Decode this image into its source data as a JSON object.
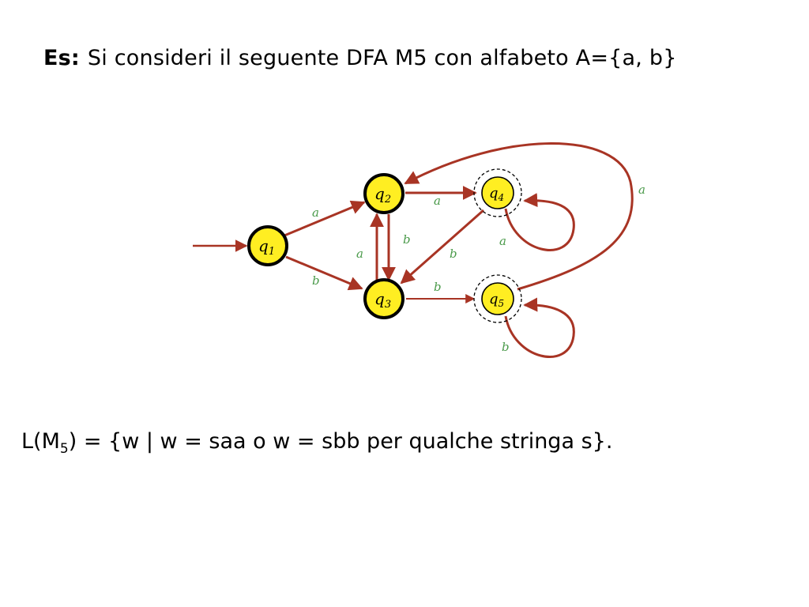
{
  "heading": {
    "label": "Es:",
    "text": "Si consideri il seguente DFA M5 con  alfabeto A={a, b}"
  },
  "language": {
    "prefix": "L(M",
    "subscript": "5",
    "rest": ") = {w | w = saa o   w = sbb per qualche stringa s}."
  },
  "colors": {
    "state_fill": "#ffee22",
    "edge": "#a83424",
    "edge_label": "#4a9a4a",
    "text": "#000000"
  },
  "states": [
    {
      "id": "q1",
      "base": "q",
      "sub": "1",
      "start": true,
      "accepting": false
    },
    {
      "id": "q2",
      "base": "q",
      "sub": "2",
      "start": false,
      "accepting": false
    },
    {
      "id": "q3",
      "base": "q",
      "sub": "3",
      "start": false,
      "accepting": false
    },
    {
      "id": "q4",
      "base": "q",
      "sub": "4",
      "start": false,
      "accepting": true
    },
    {
      "id": "q5",
      "base": "q",
      "sub": "5",
      "start": false,
      "accepting": true
    }
  ],
  "transitions": [
    {
      "from": "q1",
      "to": "q2",
      "symbol": "a"
    },
    {
      "from": "q1",
      "to": "q3",
      "symbol": "b"
    },
    {
      "from": "q2",
      "to": "q4",
      "symbol": "a"
    },
    {
      "from": "q2",
      "to": "q3",
      "symbol": "b"
    },
    {
      "from": "q3",
      "to": "q2",
      "symbol": "a"
    },
    {
      "from": "q3",
      "to": "q5",
      "symbol": "b"
    },
    {
      "from": "q4",
      "to": "q4",
      "symbol": "a"
    },
    {
      "from": "q4",
      "to": "q3",
      "symbol": "b"
    },
    {
      "from": "q5",
      "to": "q5",
      "symbol": "b"
    },
    {
      "from": "q5",
      "to": "q2",
      "symbol": "a"
    }
  ]
}
